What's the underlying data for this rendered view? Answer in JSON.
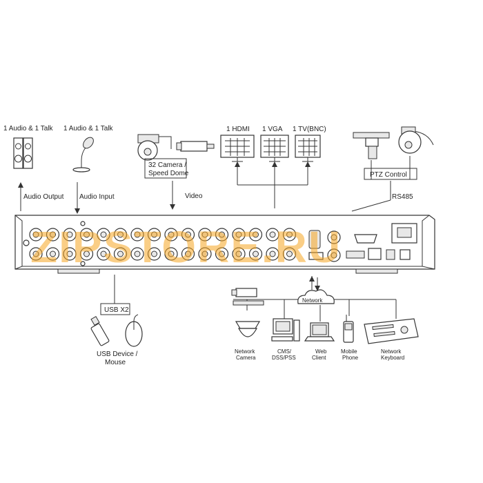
{
  "labels": {
    "audio_talk_1": "1 Audio & 1 Talk",
    "audio_talk_2": "1 Audio & 1 Talk",
    "audio_output": "Audio Output",
    "audio_input": "Audio Input",
    "camera_l1": "32 Camera /",
    "camera_l2": "Speed Dome",
    "video": "Video",
    "hdmi": "1 HDMI",
    "vga": "1 VGA",
    "tv": "1 TV(BNC)",
    "ptz": "PTZ Control",
    "rs485": "RS485",
    "usb": "USB X2",
    "usb_dev_l1": "USB Device /",
    "usb_dev_l2": "Mouse",
    "network": "Network",
    "net_cam_l1": "Network",
    "net_cam_l2": "Camera",
    "cms_l1": "CMS/",
    "cms_l2": "DSS/PSS",
    "web_l1": "Web",
    "web_l2": "Client",
    "mobile_l1": "Mobile",
    "mobile_l2": "Phone",
    "keyboard_l1": "Network",
    "keyboard_l2": "Keyboard"
  },
  "watermark": "ZIPSTORE.RU",
  "colors": {
    "watermark": "#f5a623",
    "watermark_gray": "#9a9a9a",
    "line": "#333333"
  }
}
